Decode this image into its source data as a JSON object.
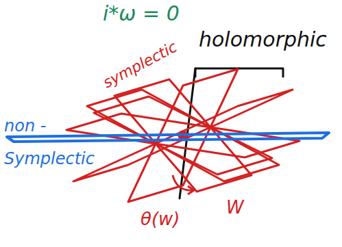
{
  "diagram": {
    "labels": [
      "i*ω = 0",
      "holomorphic",
      "symplectic",
      "non - Symplectic",
      "θ(w)",
      "W"
    ]
  }
}
